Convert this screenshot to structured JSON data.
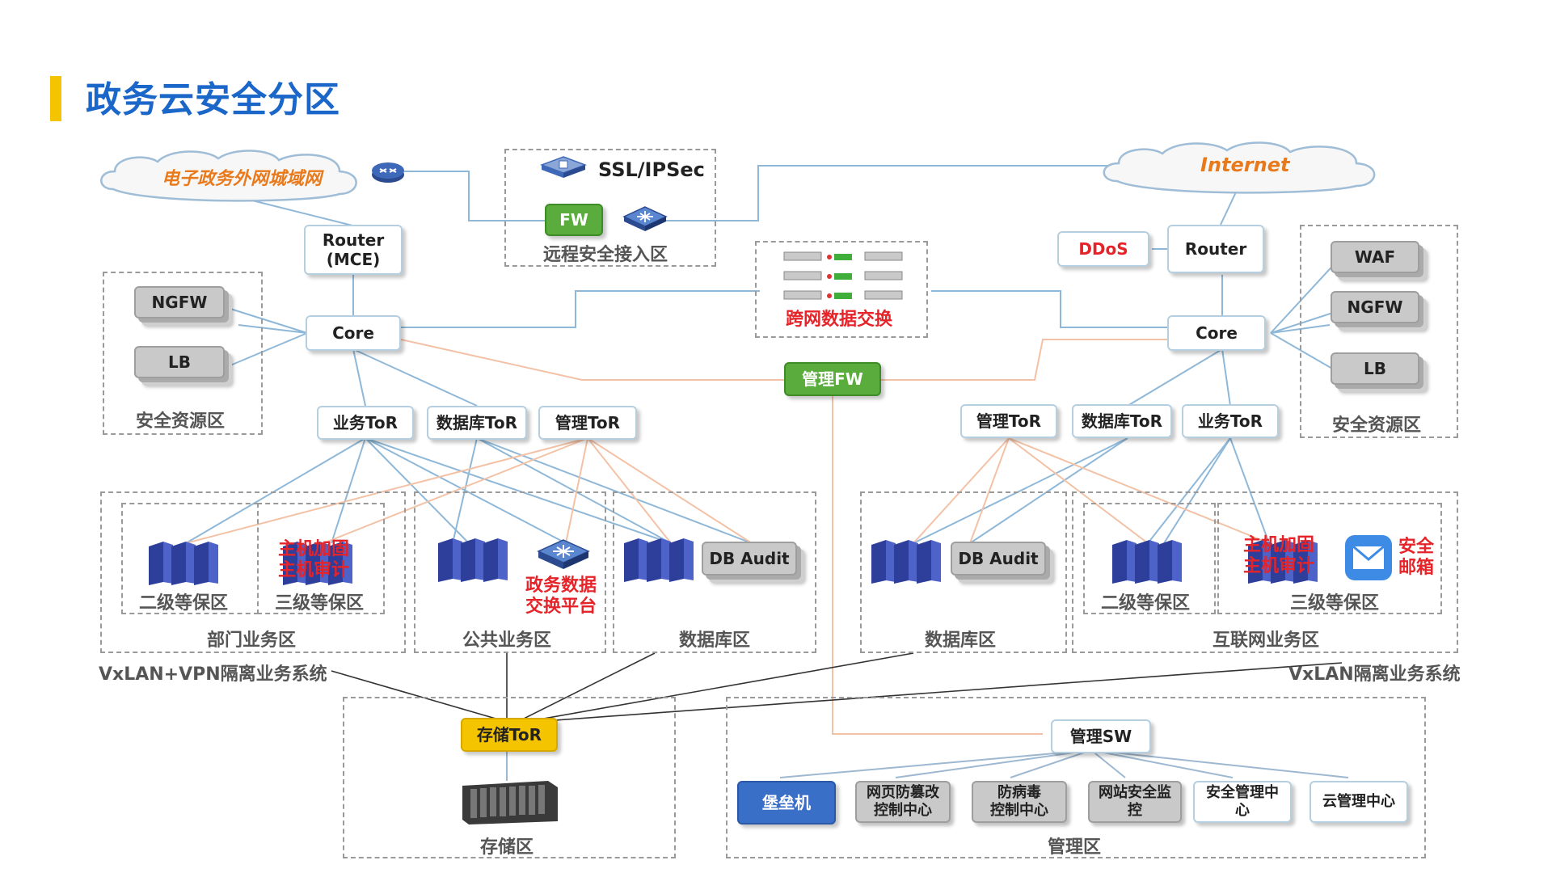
{
  "title": "政务云安全分区",
  "clouds": {
    "egov": "电子政务外网城域网",
    "internet": "Internet"
  },
  "remote": {
    "ssl": "SSL/IPSec",
    "fw": "FW",
    "zone": "远程安全接入区"
  },
  "exchange": {
    "label": "跨网数据交换"
  },
  "left": {
    "router": "Router\n(MCE)",
    "core": "Core",
    "ngfw": "NGFW",
    "lb": "LB",
    "sec_zone": "安全资源区",
    "tor_biz": "业务ToR",
    "tor_db": "数据库ToR",
    "tor_mgmt": "管理ToR",
    "l2": "二级等保区",
    "l3": "三级等保区",
    "host_harden": "主机加固",
    "host_audit": "主机审计",
    "dept_zone": "部门业务区",
    "public_zone": "公共业务区",
    "gov_exchange": "政务数据\n交换平台",
    "db_audit": "DB Audit",
    "db_zone": "数据库区",
    "system": "VxLAN+VPN隔离业务系统"
  },
  "right": {
    "ddos": "DDoS",
    "router": "Router",
    "core": "Core",
    "waf": "WAF",
    "ngfw": "NGFW",
    "lb": "LB",
    "sec_zone": "安全资源区",
    "tor_mgmt": "管理ToR",
    "tor_db": "数据库ToR",
    "tor_biz": "业务ToR",
    "db_audit": "DB Audit",
    "db_zone": "数据库区",
    "l2": "二级等保区",
    "l3": "三级等保区",
    "host_harden": "主机加固",
    "host_audit": "主机审计",
    "mail": "安全\n邮箱",
    "internet_zone": "互联网业务区",
    "system": "VxLAN隔离业务系统"
  },
  "center": {
    "mgmt_fw": "管理FW"
  },
  "storage": {
    "tor": "存储ToR",
    "zone": "存储区"
  },
  "management": {
    "sw": "管理SW",
    "items": [
      "堡垒机",
      "网页防篡改\n控制中心",
      "防病毒\n控制中心",
      "网站安全监\n控",
      "安全管理中\n心",
      "云管理中心"
    ],
    "zone": "管理区"
  },
  "colors": {
    "title": "#1a66c9",
    "accent_bar": "#f5c400",
    "link_blue": "#8fb8d8",
    "link_orange": "#f3c2a6",
    "link_black": "#333333",
    "red_text": "#e5242a",
    "fw_green": "#5aac3c",
    "tor_yellow": "#f5c400",
    "bastion_blue": "#3a6fc7"
  }
}
